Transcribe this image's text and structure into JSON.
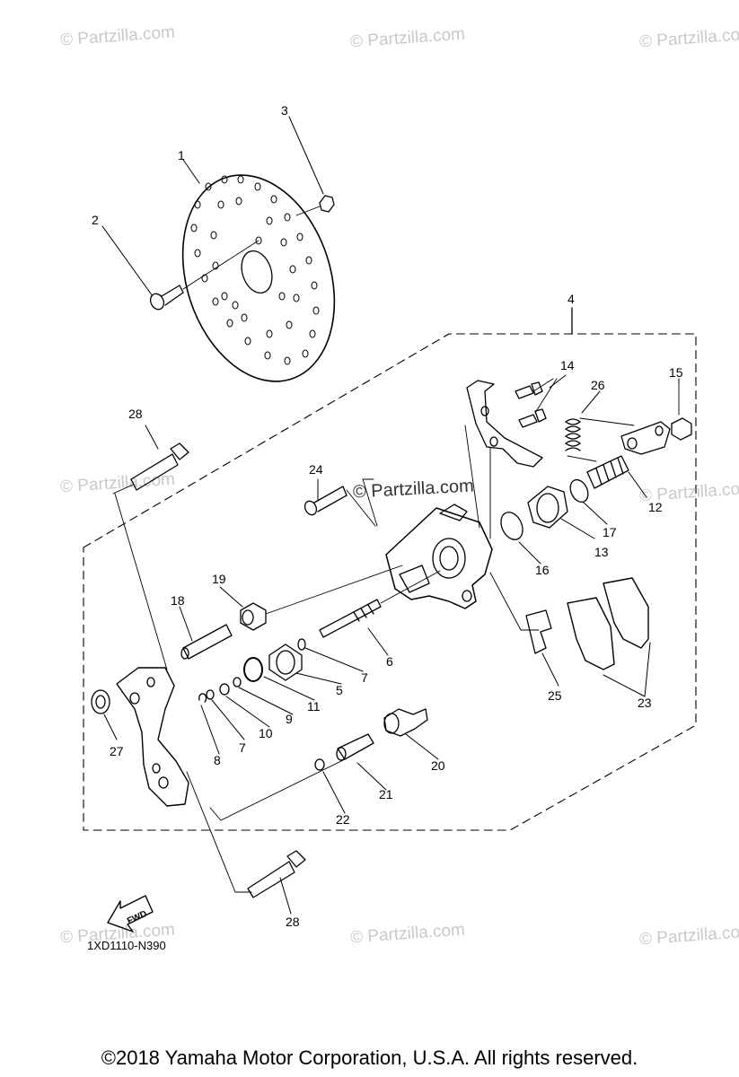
{
  "watermark": {
    "text": "© Partzilla.com"
  },
  "callouts": {
    "c1": "1",
    "c2": "2",
    "c3": "3",
    "c4": "4",
    "c5": "5",
    "c6": "6",
    "c7a": "7",
    "c7b": "7",
    "c8": "8",
    "c9": "9",
    "c10": "10",
    "c11": "11",
    "c12": "12",
    "c13": "13",
    "c14": "14",
    "c15": "15",
    "c16": "16",
    "c17": "17",
    "c18": "18",
    "c19": "19",
    "c20": "20",
    "c21": "21",
    "c22": "22",
    "c23": "23",
    "c24": "24",
    "c25": "25",
    "c26": "26",
    "c27": "27",
    "c28a": "28",
    "c28b": "28"
  },
  "fwd_arrow": {
    "label": "FWD"
  },
  "diagram_code": "1XD1110-N390",
  "copyright": "©2018 Yamaha Motor Corporation, U.S.A. All rights reserved."
}
